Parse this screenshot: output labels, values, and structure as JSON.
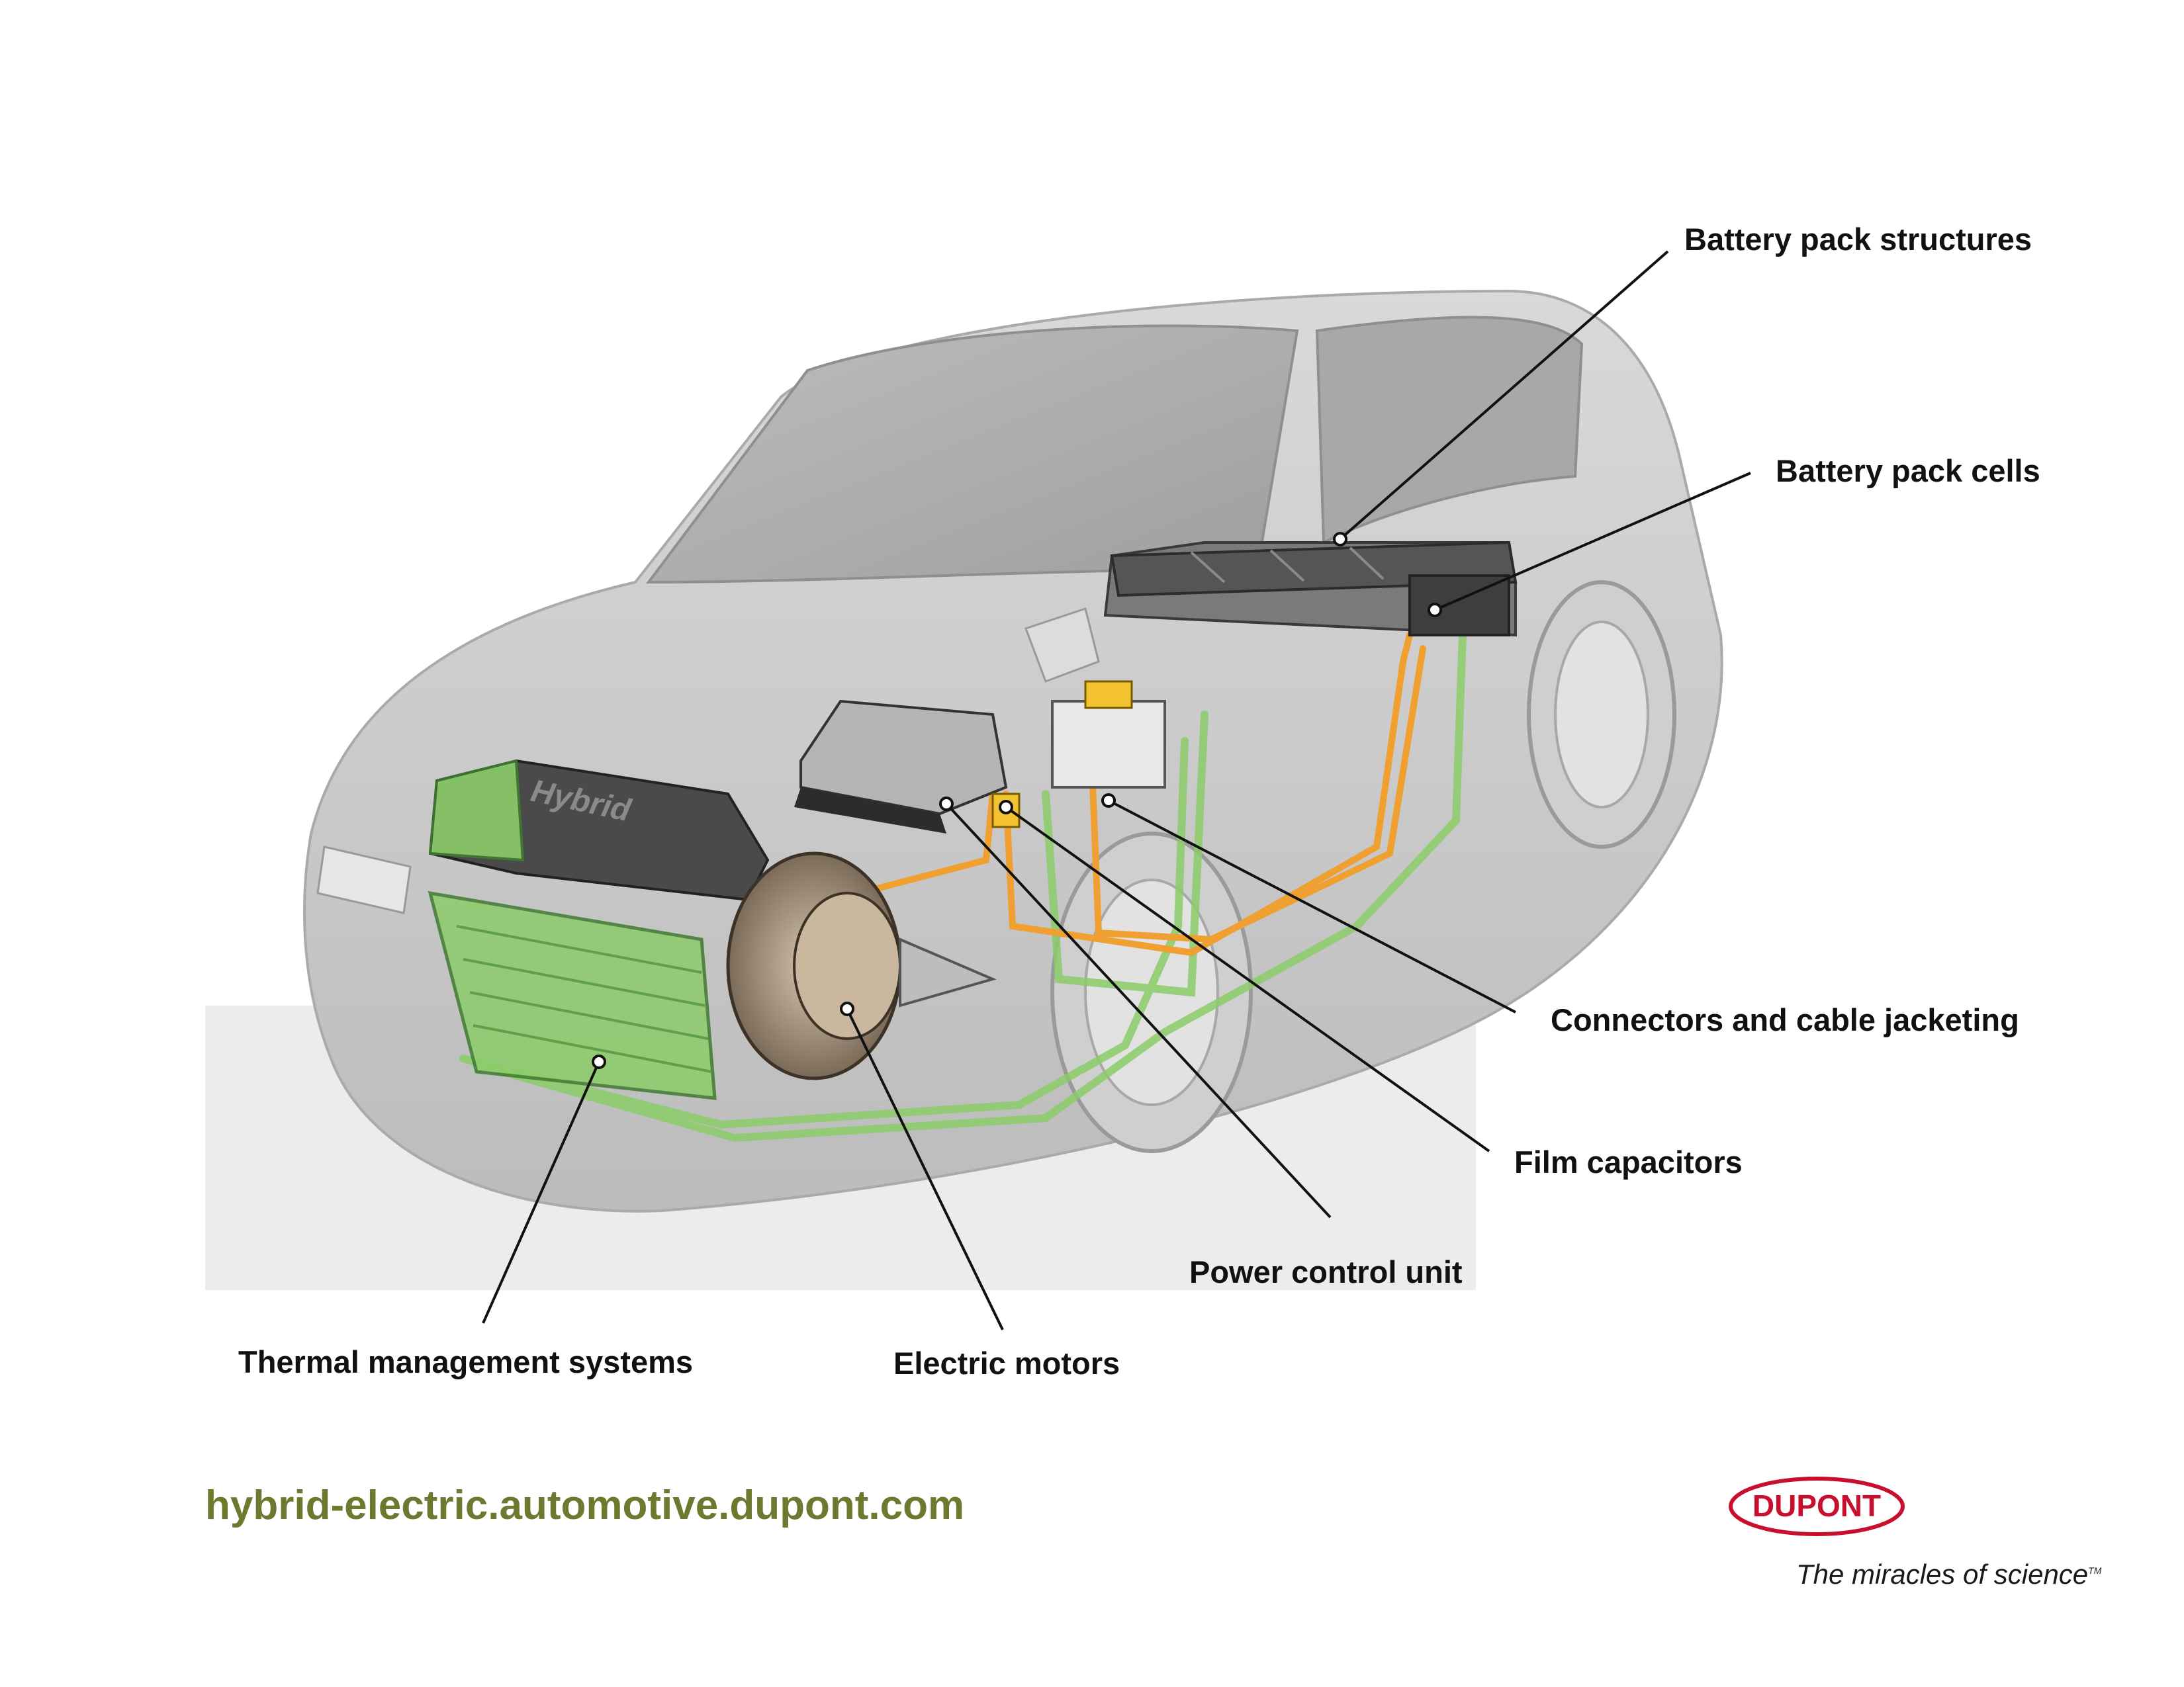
{
  "labels": {
    "battery_pack_structures": "Battery pack structures",
    "battery_pack_cells": "Battery pack cells",
    "connectors_cable_jacketing": "Connectors and cable jacketing",
    "film_capacitors": "Film capacitors",
    "power_control_unit": "Power control unit",
    "thermal_management": "Thermal management systems",
    "electric_motors": "Electric motors"
  },
  "engine_badge": "Hybrid",
  "footer": {
    "url": "hybrid-electric.automotive.dupont.com",
    "logo_text": "DUPONT",
    "tagline": "The miracles of science",
    "trademark": "TM"
  },
  "colors": {
    "thermal_green": "#8ccc6a",
    "cable_orange": "#f0a030",
    "url_olive": "#6b7a2f",
    "logo_red": "#c8102e",
    "car_body": "#d6d6d6"
  }
}
